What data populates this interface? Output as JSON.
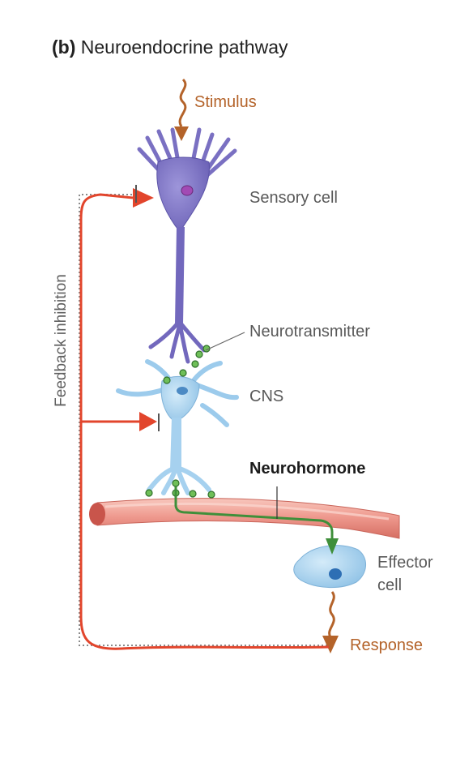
{
  "title": {
    "prefix": "(b)",
    "text": "Neuroendocrine pathway"
  },
  "labels": {
    "stimulus": "Stimulus",
    "sensory_cell": "Sensory cell",
    "neurotransmitter": "Neurotransmitter",
    "cns": "CNS",
    "neurohormone": "Neurohormone",
    "effector_line1": "Effector",
    "effector_line2": "cell",
    "response": "Response",
    "feedback": "Feedback inhibition"
  },
  "colors": {
    "sensory_neuron": "#7c72c4",
    "cns_neuron": "#a9d2ee",
    "blood_vessel": "#ef9a8f",
    "feedback_arrow": "#e2452c",
    "stimulus_response_arrow": "#b4632a",
    "neurohormone_arrow": "#3f8f3a",
    "vesicles": "#6fbf58"
  }
}
